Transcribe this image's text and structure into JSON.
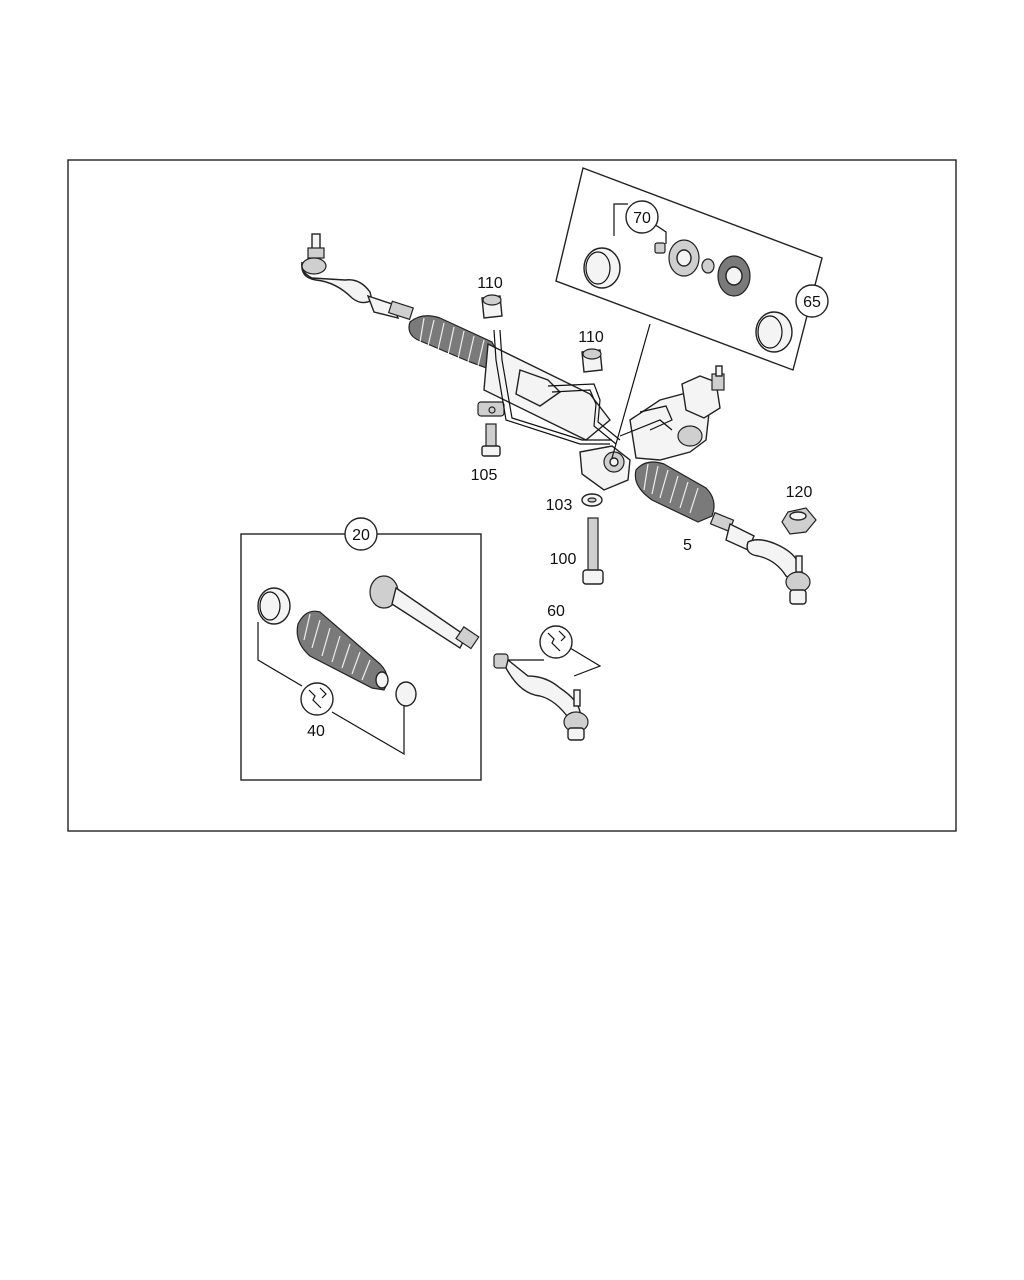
{
  "callouts": {
    "c5": "5",
    "c20": "20",
    "c40": "40",
    "c60": "60",
    "c65": "65",
    "c70": "70",
    "c100": "100",
    "c103": "103",
    "c105": "105",
    "c110a": "110",
    "c110b": "110",
    "c120": "120"
  },
  "icons": {
    "wrench": "wrench-icon"
  }
}
